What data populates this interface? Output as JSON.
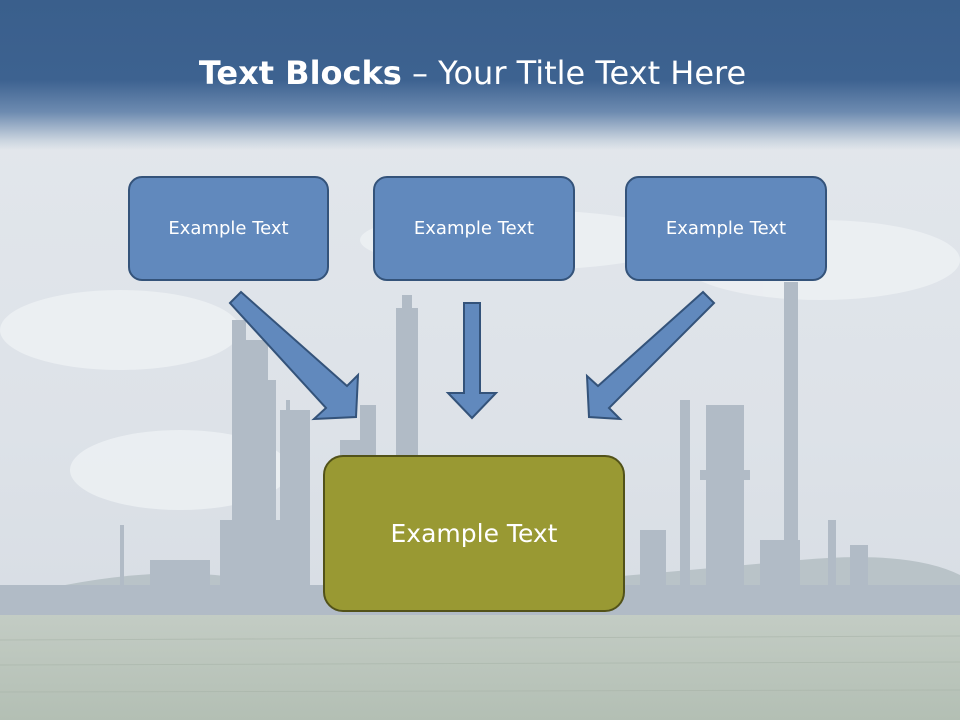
{
  "slide": {
    "title_bold": "Text Blocks",
    "title_rest": " – Your Title Text Here"
  },
  "blocks": [
    {
      "label": "Example Text"
    },
    {
      "label": "Example Text"
    },
    {
      "label": "Example Text"
    }
  ],
  "center_block": {
    "label": "Example Text"
  },
  "colors": {
    "header_blue": "#3d6290",
    "block_fill": "#6189bd",
    "block_border": "#34537a",
    "center_fill": "#999933",
    "center_border": "#525219"
  }
}
